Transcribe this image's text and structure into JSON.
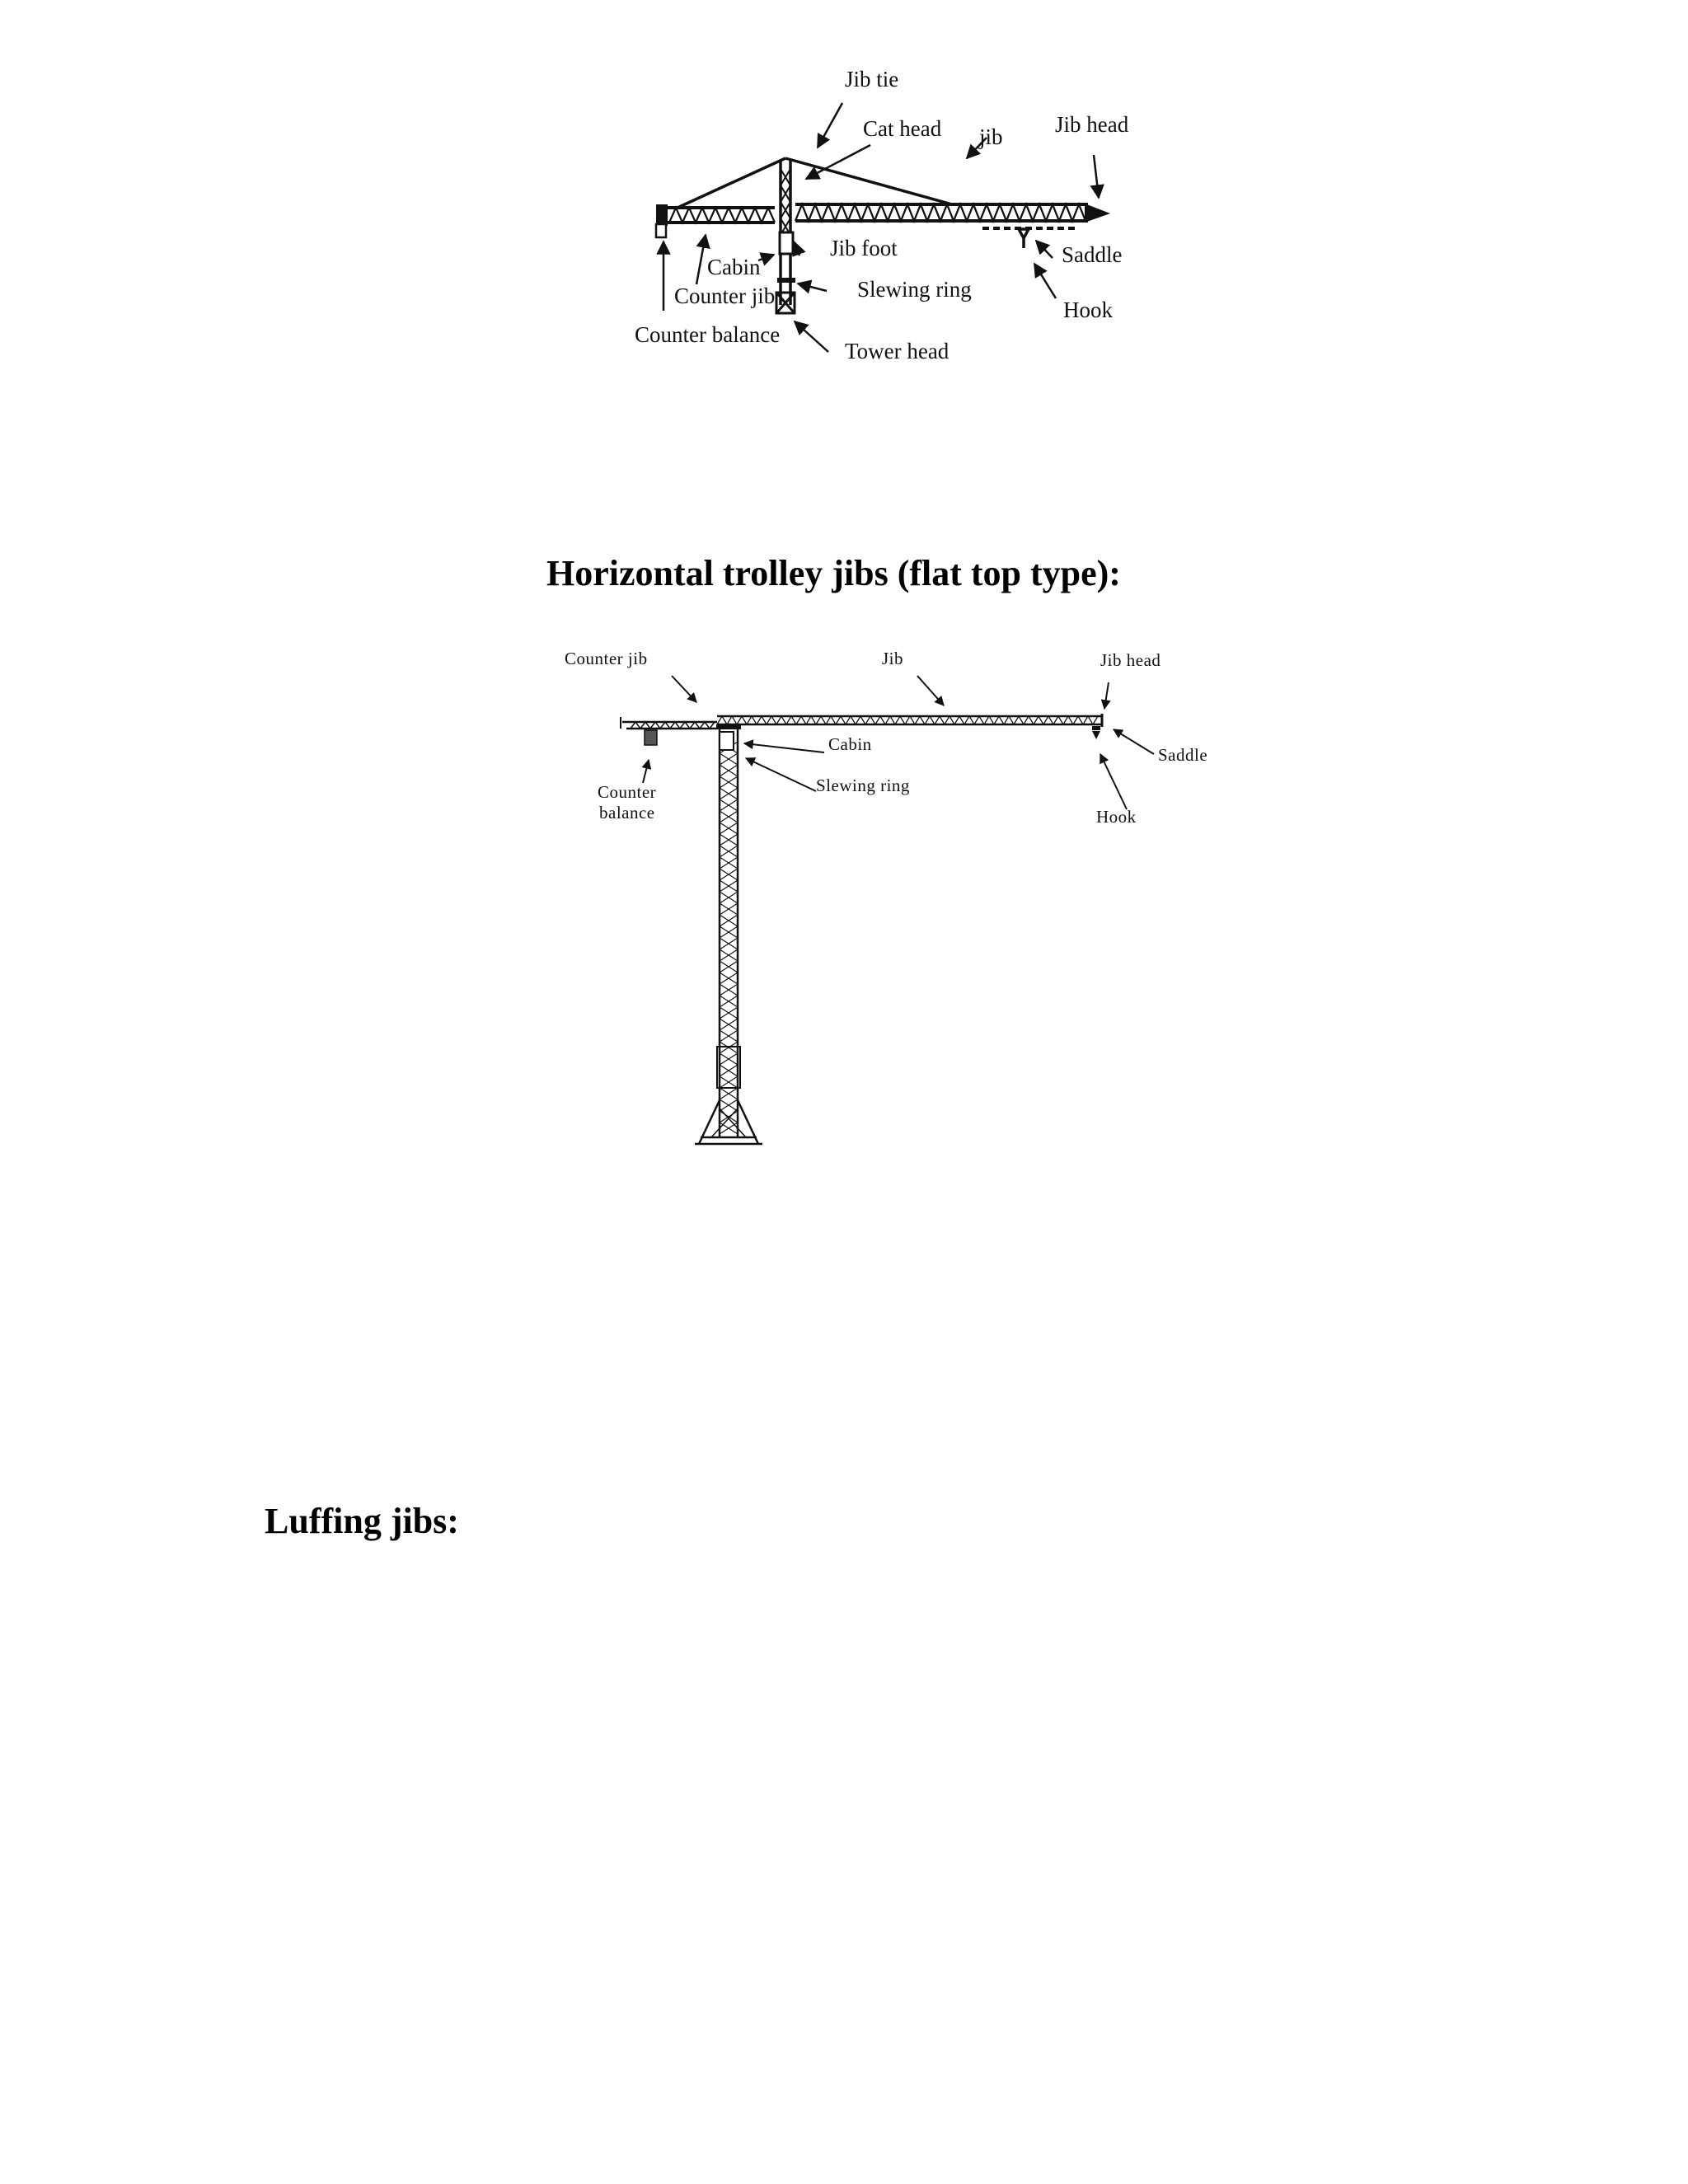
{
  "headings": {
    "flat_top": "Horizontal trolley jibs (flat top type):",
    "luffing": "Luffing jibs:"
  },
  "figure1": {
    "labels": {
      "jib_tie": "Jib tie",
      "cat_head": "Cat head",
      "jib": "jib",
      "jib_head": "Jib head",
      "cabin": "Cabin",
      "jib_foot": "Jib foot",
      "saddle": "Saddle",
      "counter_jib": "Counter jib",
      "slewing_ring": "Slewing ring",
      "hook": "Hook",
      "counter_balance": "Counter balance",
      "tower_head": "Tower head"
    }
  },
  "figure2": {
    "labels": {
      "counter_jib": "Counter jib",
      "jib": "Jib",
      "jib_head": "Jib head",
      "cabin": "Cabin",
      "saddle": "Saddle",
      "slewing_ring": "Slewing ring",
      "counter": "Counter",
      "balance": "balance",
      "hook": "Hook"
    }
  }
}
